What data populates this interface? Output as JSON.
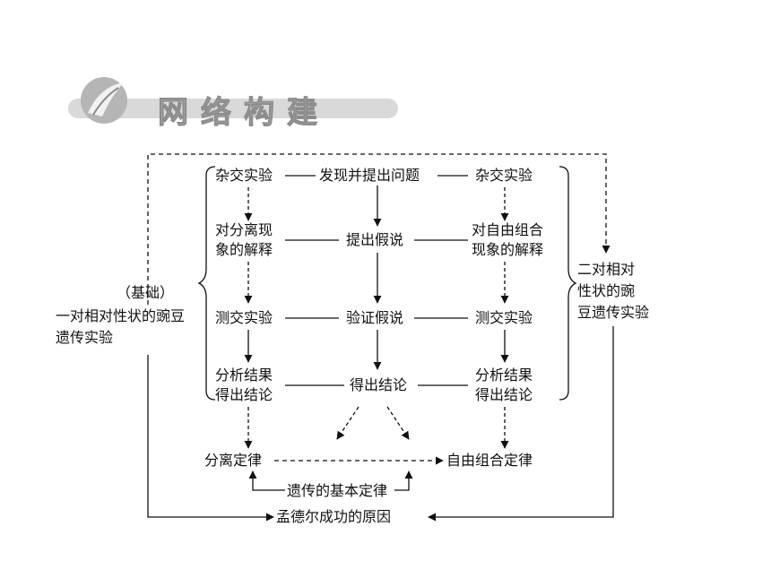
{
  "header": {
    "title": "网络构建"
  },
  "left": {
    "basis": "（基础）",
    "experiment_line1": "一对相对性状的豌豆",
    "experiment_line2": "遗传实验"
  },
  "right": {
    "experiment_line1": "二对相对",
    "experiment_line2": "性状的豌",
    "experiment_line3": "豆遗传实验"
  },
  "columns": {
    "left": {
      "step1": "杂交实验",
      "step2_line1": "对分离现",
      "step2_line2": "象的解释",
      "step3": "测交实验",
      "step4_line1": "分析结果",
      "step4_line2": "得出结论",
      "law": "分离定律"
    },
    "middle": {
      "step1": "发现并提出问题",
      "step2": "提出假说",
      "step3": "验证假说",
      "step4": "得出结论"
    },
    "right": {
      "step1": "杂交实验",
      "step2_line1": "对自由组合",
      "step2_line2": "现象的解释",
      "step3": "测交实验",
      "step4_line1": "分析结果",
      "step4_line2": "得出结论",
      "law": "自由组合定律"
    }
  },
  "bottom": {
    "basic_laws": "遗传的基本定律",
    "success_reasons": "孟德尔成功的原因"
  }
}
